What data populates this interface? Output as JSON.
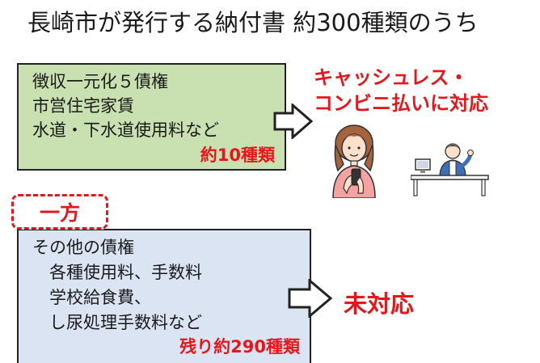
{
  "title": "長崎市が発行する納付書 約300種類のうち",
  "box_supported": {
    "lines": [
      "徴収一元化５債権",
      "市営住宅家賃",
      "水道・下水道使用料など"
    ],
    "count": "約10種類"
  },
  "callout_supported": {
    "line1": "キャッシュレス・",
    "line2": "コンビニ払いに対応"
  },
  "tag": "一方",
  "box_unsupported": {
    "lines": [
      "その他の債権",
      "　各種使用料、手数料",
      "　学校給食費、",
      "　し尿処理手数料など"
    ],
    "count": "残り約290種類"
  },
  "callout_unsupported": "未対応",
  "colors": {
    "green_box": "#c9e0b0",
    "blue_box": "#dbe4f3",
    "accent_red": "#e8161b"
  },
  "icons": [
    "woman-with-smartphone-icon",
    "clerk-at-counter-icon",
    "right-arrow-icon"
  ]
}
